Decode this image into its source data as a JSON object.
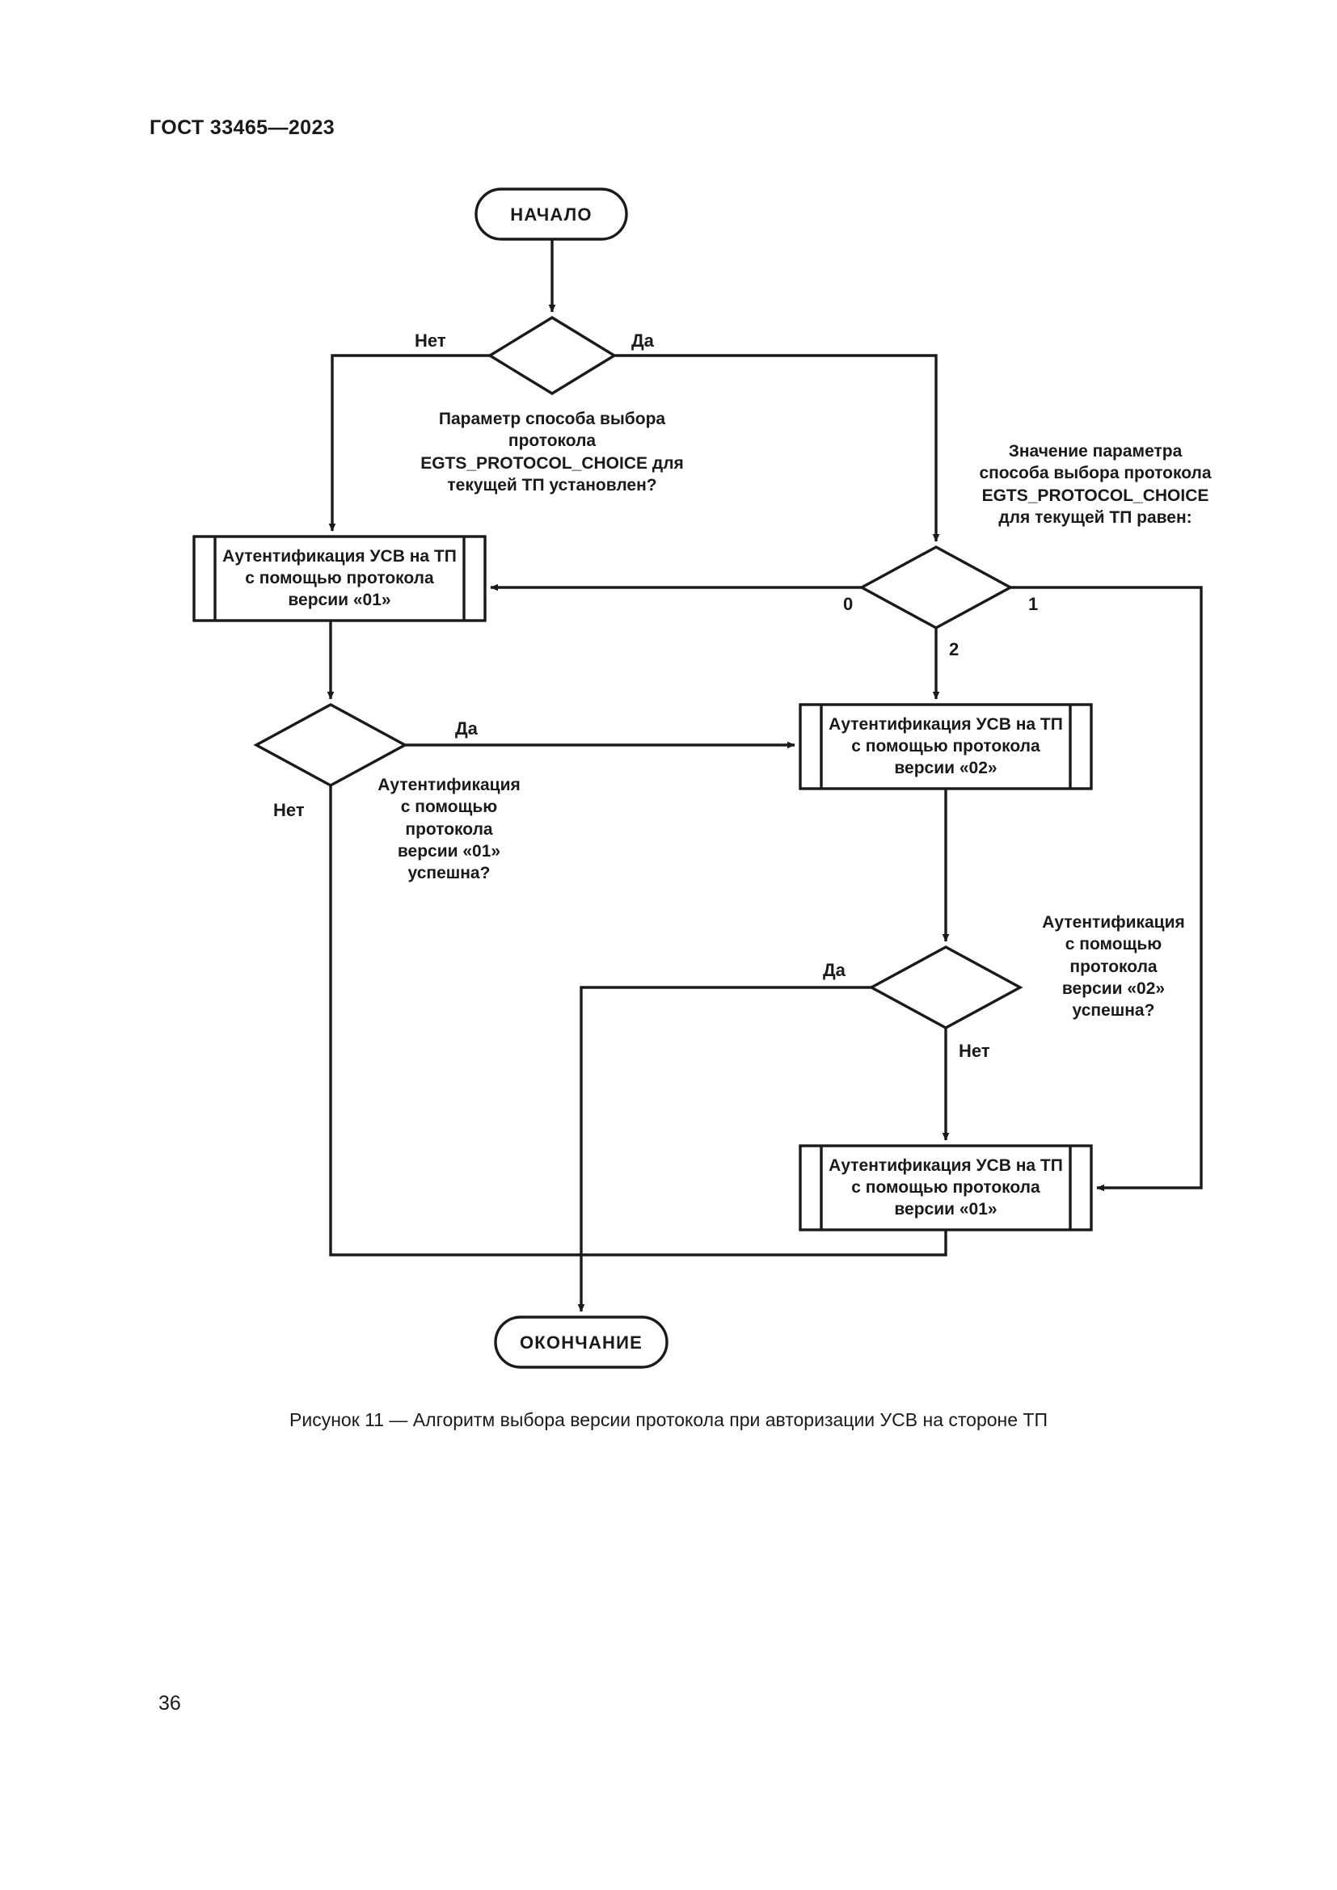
{
  "document": {
    "standard_header": "ГОСТ 33465—2023",
    "page_number": "36",
    "figure_caption": "Рисунок 11 — Алгоритм выбора версии протокола при авторизации УСВ на стороне ТП"
  },
  "chart_data": {
    "type": "diagram",
    "diagram_kind": "flowchart",
    "title": "Алгоритм выбора версии протокола при авторизации УСВ на стороне ТП",
    "nodes": [
      {
        "id": "start",
        "shape": "terminator",
        "label": "НАЧАЛО"
      },
      {
        "id": "d1",
        "shape": "decision",
        "label": "Параметр способа выбора протокола\nEGTS_PROTOCOL_CHOICE для\nтекущей ТП установлен?"
      },
      {
        "id": "d2",
        "shape": "decision",
        "label": "Значение параметра\nспособа выбора протокола\nEGTS_PROTOCOL_CHOICE\nдля текущей ТП равен:"
      },
      {
        "id": "auth01a",
        "shape": "predefined-process",
        "label": "Аутентификация УСВ на ТП\nс помощью протокола\nверсии «01»"
      },
      {
        "id": "d3",
        "shape": "decision",
        "label": "Аутентификация\nс помощью\nпротокола\nверсии «01»\nуспешна?"
      },
      {
        "id": "auth02",
        "shape": "predefined-process",
        "label": "Аутентификация УСВ на ТП\nс помощью протокола\nверсии «02»"
      },
      {
        "id": "d4",
        "shape": "decision",
        "label": "Аутентификация\nс помощью\nпротокола\nверсии «02»\nуспешна?"
      },
      {
        "id": "auth01b",
        "shape": "predefined-process",
        "label": "Аутентификация УСВ на ТП\nс помощью протокола\nверсии «01»"
      },
      {
        "id": "end",
        "shape": "terminator",
        "label": "ОКОНЧАНИЕ"
      }
    ],
    "edges": [
      {
        "from": "start",
        "to": "d1",
        "label": ""
      },
      {
        "from": "d1",
        "to": "auth01a",
        "label": "Нет"
      },
      {
        "from": "d1",
        "to": "d2",
        "label": "Да"
      },
      {
        "from": "d2",
        "to": "auth01a",
        "label": "0"
      },
      {
        "from": "d2",
        "to": "auth01b",
        "label": "1"
      },
      {
        "from": "d2",
        "to": "auth02",
        "label": "2"
      },
      {
        "from": "auth01a",
        "to": "d3",
        "label": ""
      },
      {
        "from": "d3",
        "to": "auth02",
        "label": "Да"
      },
      {
        "from": "d3",
        "to": "end",
        "label": "Нет"
      },
      {
        "from": "auth02",
        "to": "d4",
        "label": ""
      },
      {
        "from": "d4",
        "to": "end",
        "label": "Да"
      },
      {
        "from": "d4",
        "to": "auth01b",
        "label": "Нет"
      },
      {
        "from": "auth01b",
        "to": "end",
        "label": ""
      }
    ],
    "edge_labels": {
      "d1_no": "Нет",
      "d1_yes": "Да",
      "d2_zero": "0",
      "d2_one": "1",
      "d2_two": "2",
      "d3_yes": "Да",
      "d3_no": "Нет",
      "d4_yes": "Да",
      "d4_no": "Нет"
    },
    "colors": {
      "stroke": "#1a1a1a",
      "fill": "#ffffff",
      "text": "#1a1a1a"
    }
  }
}
